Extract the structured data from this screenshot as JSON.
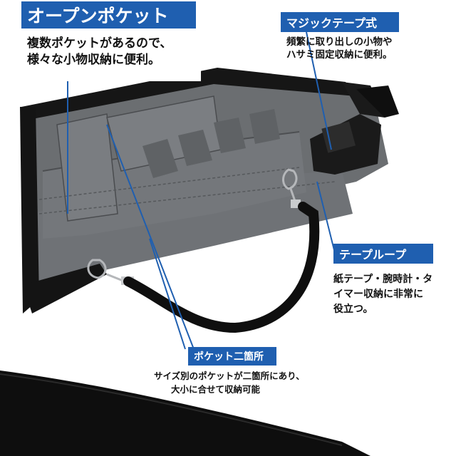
{
  "colors": {
    "label_blue": "#1f5fb0",
    "bag_gray": "#6d7073",
    "strap_black": "#0e0e0e"
  },
  "open_pocket": {
    "title": "オープンポケット",
    "desc": [
      "複数ポケットがあるので、",
      "様々な小物収納に便利。"
    ]
  },
  "magic_tape": {
    "title": "マジックテープ式",
    "desc": [
      "頻繁に取り出しの小物や",
      "ハサミ固定収納に便利。"
    ]
  },
  "tape_loop": {
    "title": "テープループ",
    "desc": [
      "紙テープ・腕時計・タ",
      "イマー収納に非常に",
      "役立つ。"
    ]
  },
  "two_pockets": {
    "title": "ポケット二箇所",
    "desc": [
      "サイズ別のポケットが二箇所にあり、",
      "大小に合せて収納可能"
    ]
  }
}
